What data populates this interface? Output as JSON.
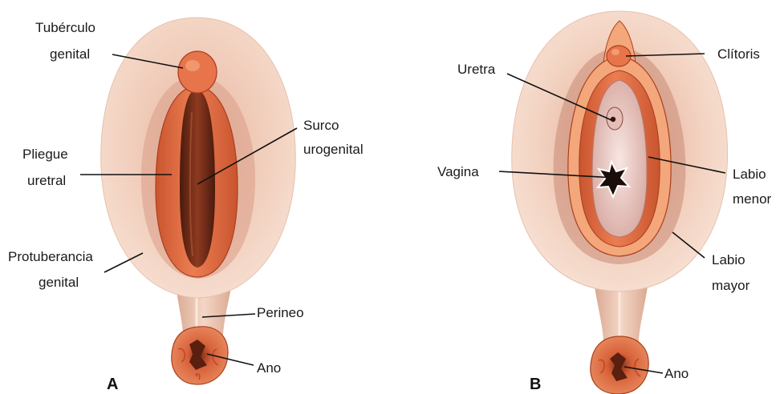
{
  "panels": {
    "a": {
      "letter": "A",
      "labels": {
        "tuberculo_line1": "Tubérculo",
        "tuberculo_line2": "genital",
        "surco_line1": "Surco",
        "surco_line2": "urogenital",
        "pliegue_line1": "Pliegue",
        "pliegue_line2": "uretral",
        "protuberancia_line1": "Protuberancia",
        "protuberancia_line2": "genital",
        "perineo": "Perineo",
        "ano": "Ano"
      }
    },
    "b": {
      "letter": "B",
      "labels": {
        "uretra": "Uretra",
        "clitoris": "Clítoris",
        "vagina": "Vagina",
        "labio_menor_line1": "Labio",
        "labio_menor_line2": "menor",
        "labio_mayor_line1": "Labio",
        "labio_mayor_line2": "mayor",
        "ano": "Ano"
      }
    }
  },
  "colors": {
    "skin_outer": "#f3d3c2",
    "skin_shadow": "#e2b19c",
    "tissue_orange": "#e8744c",
    "tissue_dark": "#b9482a",
    "groove_dark": "#6b2a17",
    "tissue_light": "#f3a77a",
    "inner_pink": "#f1d7d3"
  }
}
